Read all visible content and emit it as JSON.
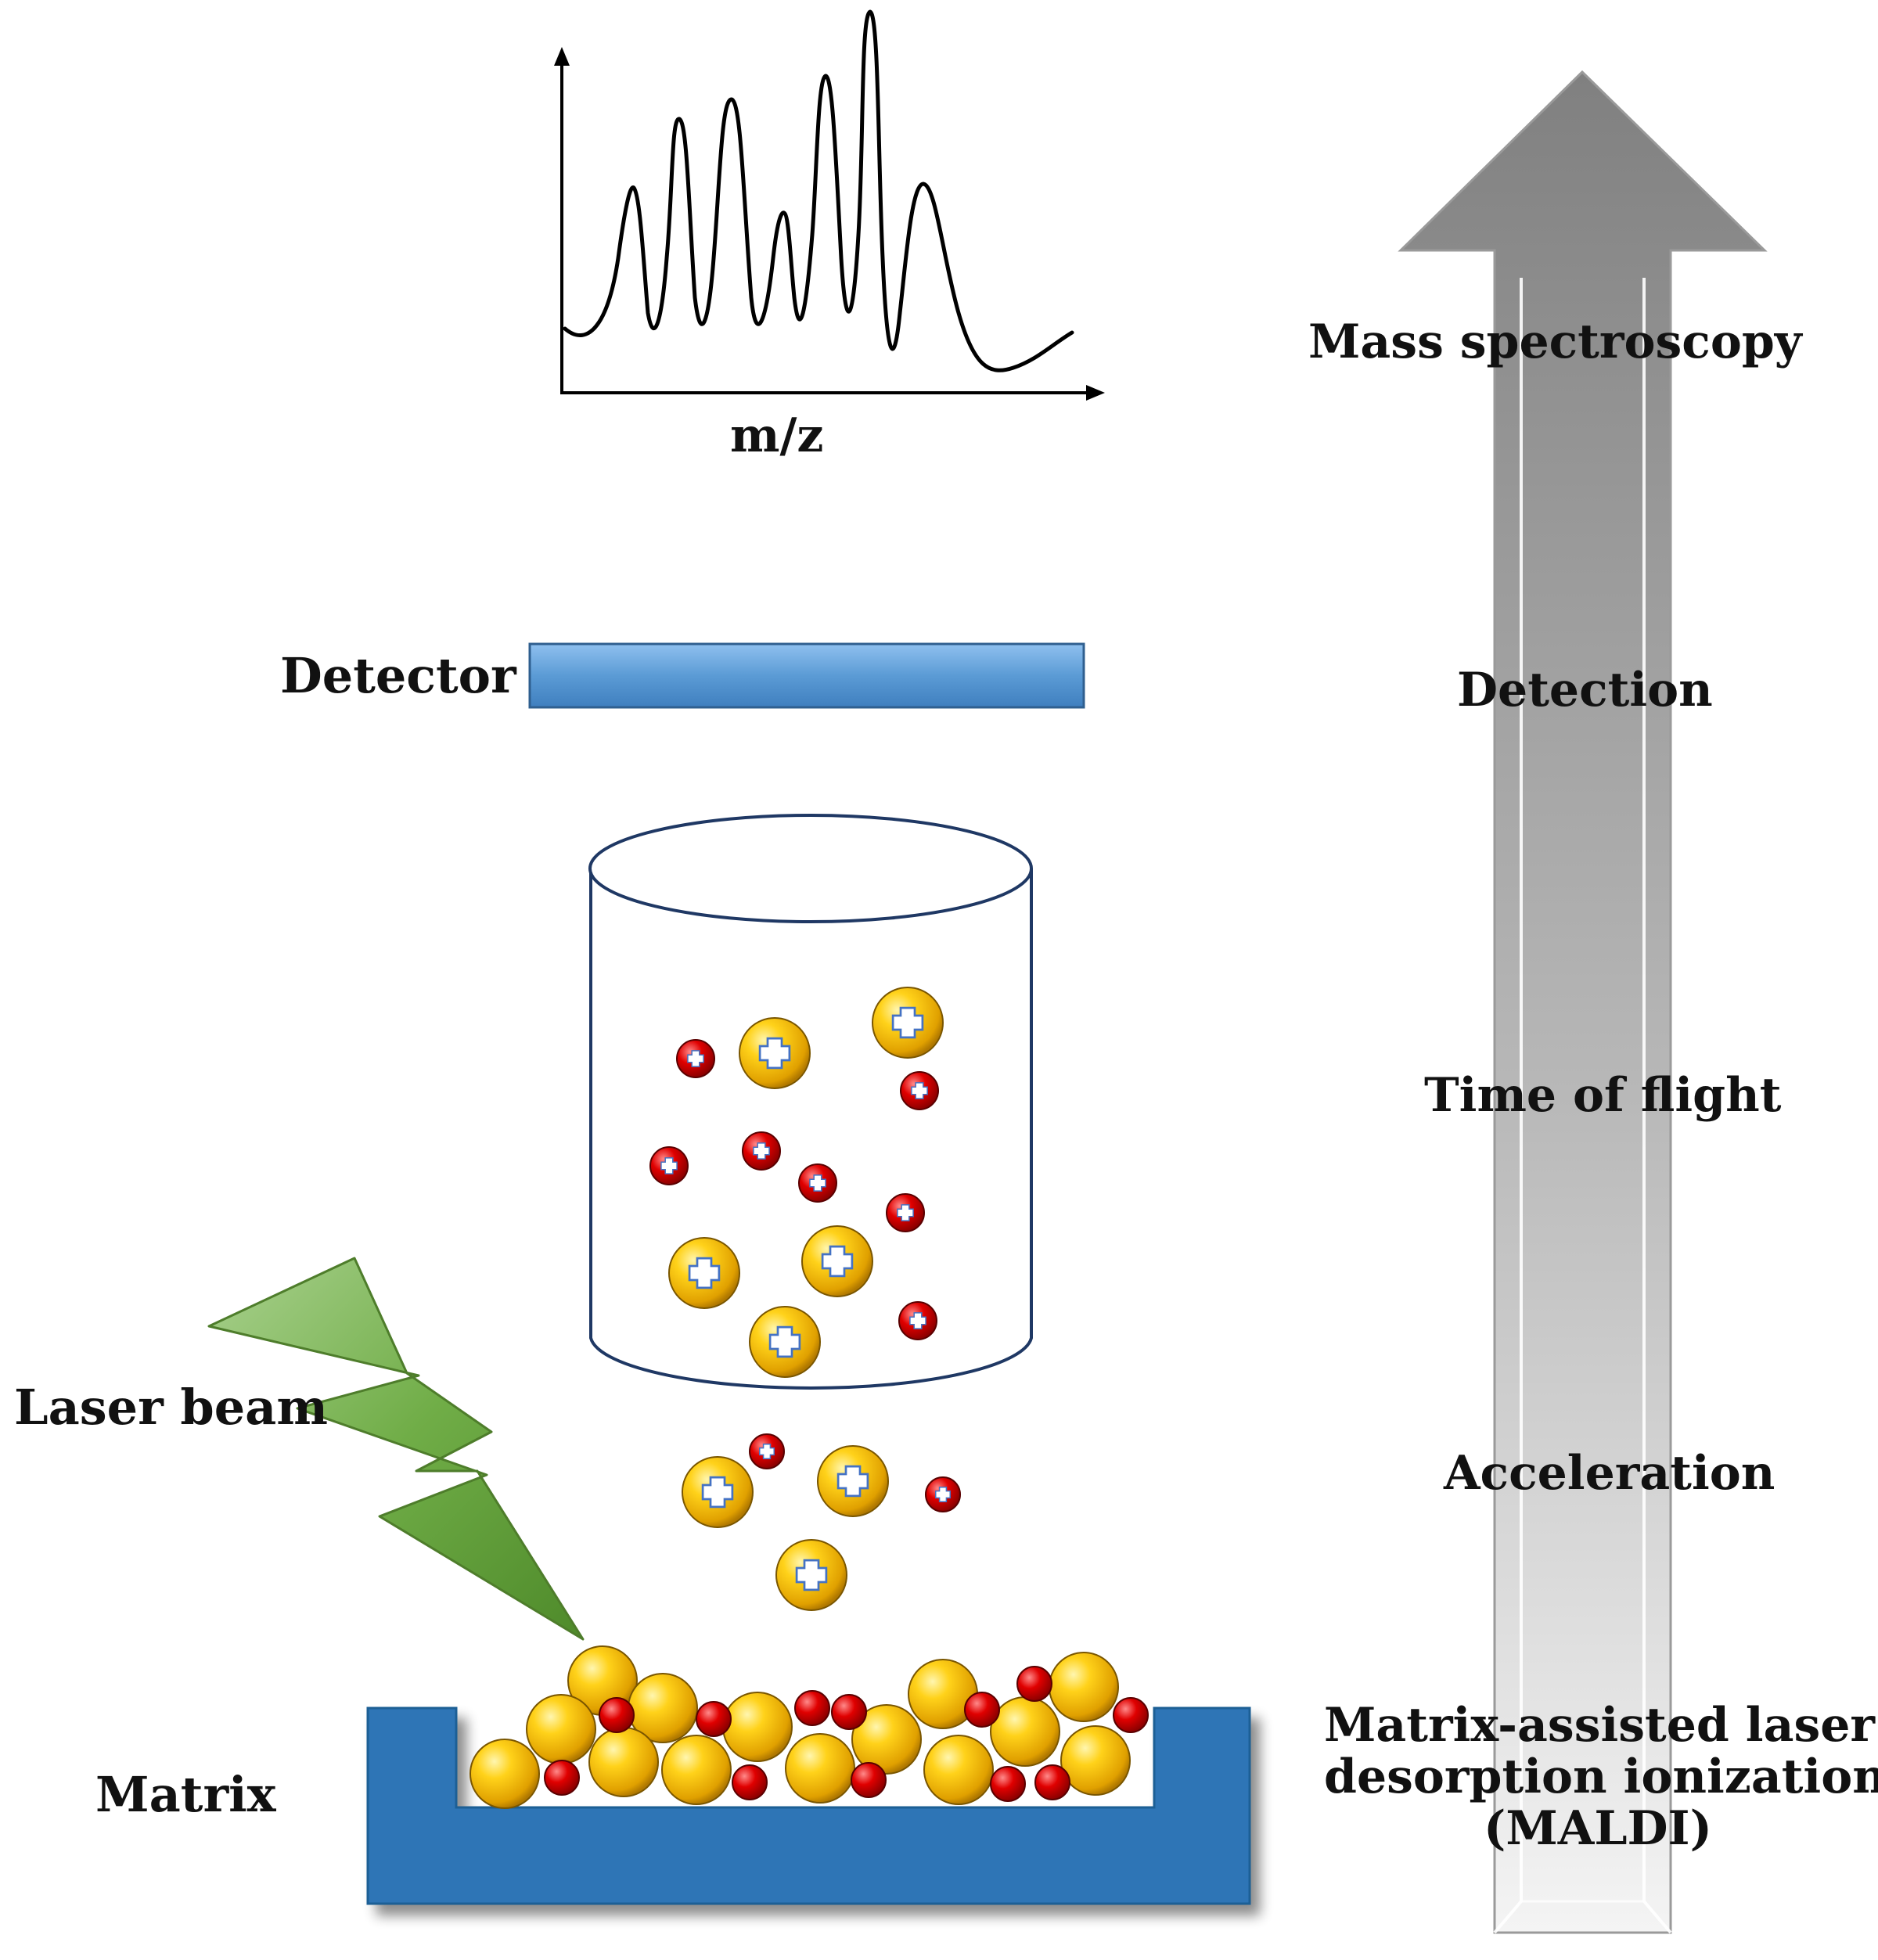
{
  "spectrum": {
    "x_axis_label": "m/z"
  },
  "labels": {
    "detector": "Detector",
    "laser_beam": "Laser beam",
    "matrix": "Matrix"
  },
  "stages": [
    {
      "label": "Mass spectroscopy"
    },
    {
      "label": "Detection"
    },
    {
      "label": "Time of flight"
    },
    {
      "label": "Acceleration"
    },
    {
      "label": "Matrix-assisted laser"
    },
    {
      "label": "desorption ionization"
    },
    {
      "label": "(MALDI)"
    }
  ],
  "colors": {
    "detector_fill": "#5b9bd5",
    "matrix_tray": "#2e75b6",
    "large_ion": "#f2b705",
    "small_ion": "#cc0000",
    "laser": "#70ad47",
    "arrow_gray": "#a6a6a6"
  },
  "icons": {
    "plus_sign": "plus-icon",
    "laser": "lightning-bolt-icon",
    "stage_arrow": "up-arrow-icon"
  }
}
